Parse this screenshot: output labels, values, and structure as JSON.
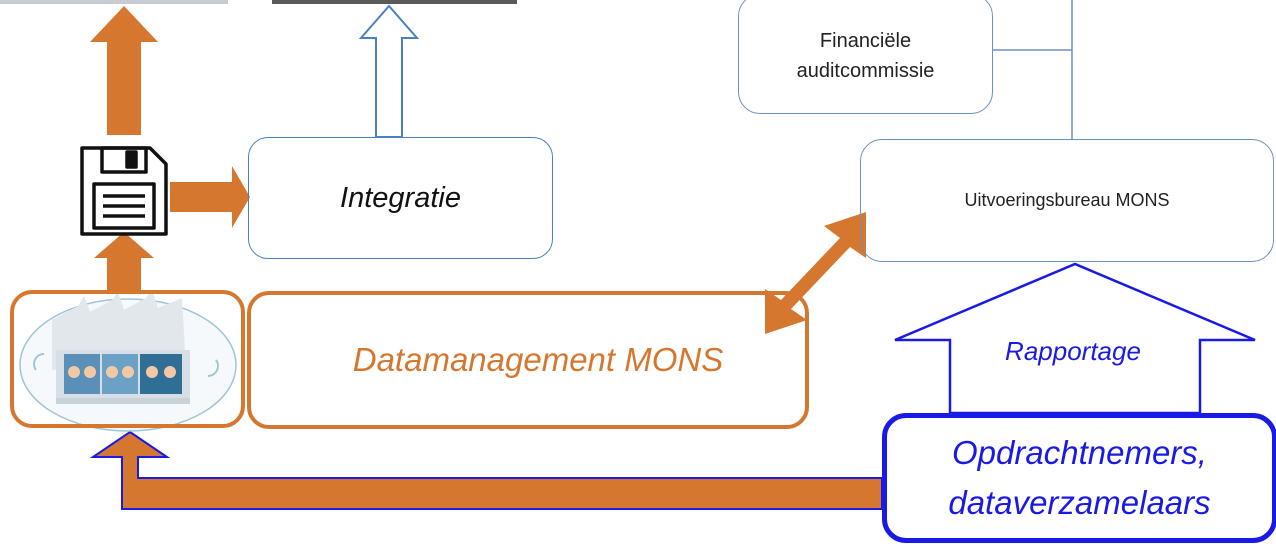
{
  "boxes": {
    "financiele_audit": {
      "line1": "Financiële",
      "line2": "auditcommissie"
    },
    "uitvoeringsbureau": "Uitvoeringsbureau MONS",
    "integratie": "Integratie",
    "datamanagement": "Datamanagement MONS",
    "opdrachtnemers": {
      "line1": "Opdrachtnemers,",
      "line2": "dataverzamelaars"
    }
  },
  "arrow_labels": {
    "rapportage": "Rapportage"
  },
  "icons": [
    "floppy-disk-icon",
    "factory-illustration"
  ],
  "colors": {
    "orange": "#d5772f",
    "blue": "#1a1ae6",
    "light_blue": "#4a80c2",
    "org_line": "#6d8fc3"
  }
}
